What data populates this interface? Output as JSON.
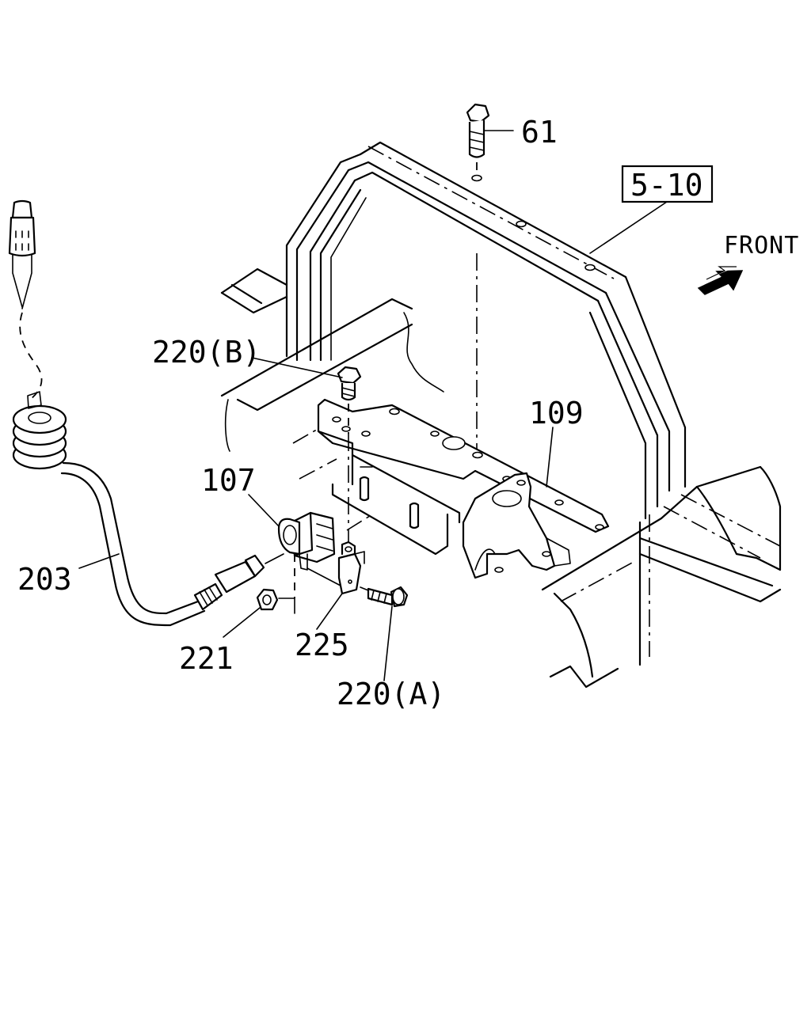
{
  "labels": {
    "bolt_61": "61",
    "ref_5_10": "5-10",
    "front": "FRONT",
    "bolt_220b": "220(B)",
    "bracket_109": "109",
    "sensor_107": "107",
    "harness_203": "203",
    "nut_221": "221",
    "bracket_225": "225",
    "bolt_220a": "220(A)"
  }
}
